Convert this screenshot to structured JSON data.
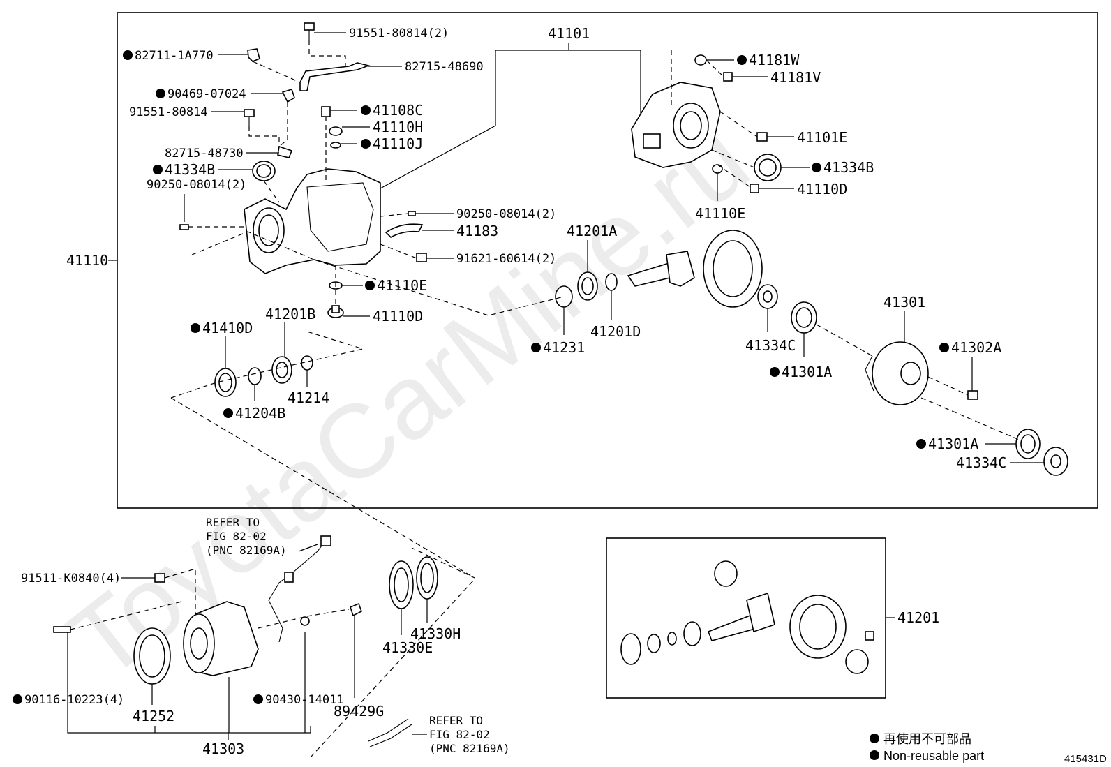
{
  "watermark": "ToyotaCarMine.ru",
  "figure_id": "415431D",
  "legend": {
    "line1": "再使用不可部品",
    "line2": "Non-reusable part"
  },
  "assemblies": {
    "main_box": "41110",
    "carrier_sub": "41101",
    "gear_kit": "41201",
    "extension_housing": "41303"
  },
  "callouts": [
    {
      "id": "91551-80814(2)",
      "nonreusable": false
    },
    {
      "id": "82711-1A770",
      "nonreusable": true
    },
    {
      "id": "82715-48690",
      "nonreusable": false
    },
    {
      "id": "90469-07024",
      "nonreusable": true
    },
    {
      "id": "91551-80814",
      "nonreusable": false
    },
    {
      "id": "41108C",
      "nonreusable": true
    },
    {
      "id": "41110H",
      "nonreusable": false
    },
    {
      "id": "41110J",
      "nonreusable": true
    },
    {
      "id": "82715-48730",
      "nonreusable": false
    },
    {
      "id": "41334B",
      "nonreusable": true
    },
    {
      "id": "90250-08014(2)",
      "nonreusable": false
    },
    {
      "id": "90250-08014(2)",
      "nonreusable": false
    },
    {
      "id": "41183",
      "nonreusable": false
    },
    {
      "id": "91621-60614(2)",
      "nonreusable": false
    },
    {
      "id": "41110E",
      "nonreusable": true
    },
    {
      "id": "41110D",
      "nonreusable": false
    },
    {
      "id": "41201B",
      "nonreusable": false
    },
    {
      "id": "41410D",
      "nonreusable": true
    },
    {
      "id": "41214",
      "nonreusable": false
    },
    {
      "id": "41204B",
      "nonreusable": true
    },
    {
      "id": "41181W",
      "nonreusable": true
    },
    {
      "id": "41181V",
      "nonreusable": false
    },
    {
      "id": "41101E",
      "nonreusable": false
    },
    {
      "id": "41334B",
      "nonreusable": true
    },
    {
      "id": "41110D",
      "nonreusable": false
    },
    {
      "id": "41110E",
      "nonreusable": false
    },
    {
      "id": "41201A",
      "nonreusable": false
    },
    {
      "id": "41231",
      "nonreusable": true
    },
    {
      "id": "41201D",
      "nonreusable": false
    },
    {
      "id": "41334C",
      "nonreusable": false
    },
    {
      "id": "41301A",
      "nonreusable": true
    },
    {
      "id": "41301",
      "nonreusable": false
    },
    {
      "id": "41302A",
      "nonreusable": true
    },
    {
      "id": "41301A",
      "nonreusable": true
    },
    {
      "id": "41334C",
      "nonreusable": false
    },
    {
      "id": "91511-K0840(4)",
      "nonreusable": false
    },
    {
      "id": "90116-10223(4)",
      "nonreusable": true
    },
    {
      "id": "41252",
      "nonreusable": false
    },
    {
      "id": "90430-14011",
      "nonreusable": true
    },
    {
      "id": "89429G",
      "nonreusable": false
    },
    {
      "id": "41330E",
      "nonreusable": false
    },
    {
      "id": "41330H",
      "nonreusable": false
    }
  ],
  "references": [
    {
      "line1": "REFER TO",
      "line2": "FIG 82-02",
      "line3": "(PNC 82169A)"
    },
    {
      "line1": "REFER TO",
      "line2": "FIG 82-02",
      "line3": "(PNC 82169A)"
    }
  ]
}
